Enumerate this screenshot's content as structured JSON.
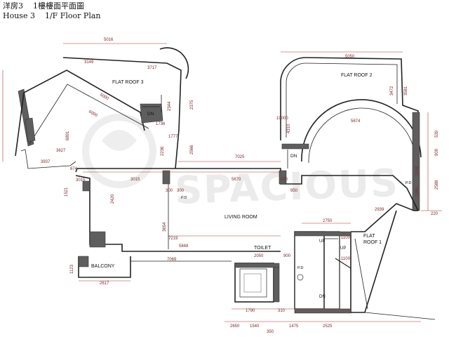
{
  "header": {
    "title_zh_house": "洋房3",
    "title_zh_floor": "1樓樓面平面圖",
    "title_en_house": "House 3",
    "title_en_floor": "1/F Floor Plan"
  },
  "watermark": {
    "text": "SPACIOUS"
  },
  "rooms": {
    "flat_roof_3": "FLAT ROOF 3",
    "flat_roof_2": "FLAT ROOF 2",
    "living_room": "LIVING ROOM",
    "toilet": "TOILET",
    "balcony": "BALCONY",
    "flat_roof_1_line1": "FLAT",
    "flat_roof_1_line2": "ROOF 1"
  },
  "markers": {
    "dn_flat_roof_3": "DN",
    "dn_flat_roof_2": "DN",
    "dn_stair": "DN",
    "up_1": "UP",
    "up_2": "UP",
    "pd_right": "P.D",
    "pd_left": "P.D",
    "pd_small": "P.D"
  },
  "dimensions": {
    "d5016": "5016",
    "d3149": "3149",
    "d3717": "3717",
    "d5050": "5050",
    "d5000": "5000",
    "d6000": "6000",
    "d6891": "6891",
    "d3627": "3627",
    "d3937": "3937",
    "d2344": "2344",
    "d2375": "2375",
    "d1736": "1736",
    "d1777": "1777",
    "d2236": "2236",
    "d2566": "2566",
    "d7025": "7025",
    "d3015": "3015",
    "d5670": "5670",
    "d300a": "300",
    "d300b": "300",
    "d950": "950",
    "d100": "100",
    "d3472": "3472",
    "d3581": "3581",
    "d4310": "4310",
    "d10000": "10000",
    "d5674": "5674",
    "d1108": "1108",
    "d1000": "1000",
    "d2939": "2939",
    "d3654": "3654",
    "d7219": "7219",
    "d5848": "5848",
    "d7069": "7069",
    "d2750": "2750",
    "d2050": "2050",
    "d1100a": "1100",
    "d1100b": "1100",
    "d900": "900",
    "d2617": "2617",
    "d1790": "1790",
    "d310": "310",
    "d1475": "1475",
    "d2525": "2525",
    "d1540": "1540",
    "d350": "350",
    "d2650": "2650",
    "d2420": "2420",
    "d1521": "1521",
    "d1123": "1123",
    "d3015b": "3015",
    "d674": "674",
    "d2588": "2588",
    "d909": "909",
    "d539": "539",
    "d220": "220"
  }
}
